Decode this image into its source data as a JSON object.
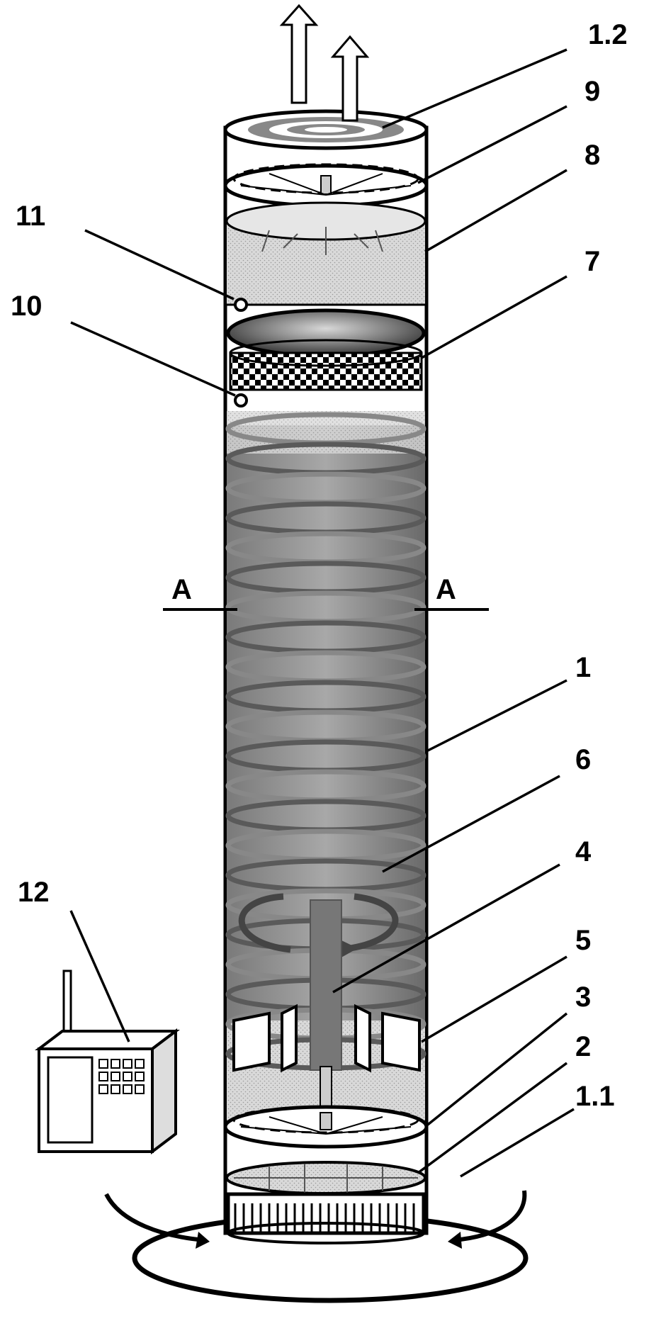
{
  "labels": {
    "l_1_2": "1.2",
    "l_9": "9",
    "l_8": "8",
    "l_11": "11",
    "l_7": "7",
    "l_10": "10",
    "l_A_left": "A",
    "l_A_right": "A",
    "l_1": "1",
    "l_6": "6",
    "l_4": "4",
    "l_12": "12",
    "l_5": "5",
    "l_3": "3",
    "l_2": "2",
    "l_1_1": "1.1"
  },
  "colors": {
    "outline": "#000000",
    "fill_dark_gray": "#6e6e6e",
    "fill_mid_gray": "#9a9a9a",
    "fill_light_gray": "#d4d4d4",
    "background": "#ffffff"
  }
}
